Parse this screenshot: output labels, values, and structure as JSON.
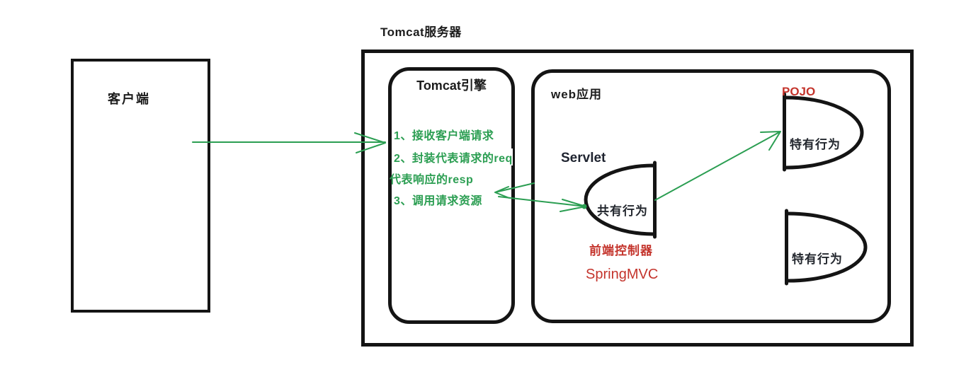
{
  "diagram": {
    "title": "Tomcat服务器",
    "client": {
      "label": "客户端"
    },
    "engine": {
      "label": "Tomcat引擎",
      "steps": [
        "1、接收客户端请求",
        "2、封装代表请求的req",
        "代表响应的resp",
        "3、调用请求资源"
      ]
    },
    "webapp": {
      "label": "web应用",
      "servlet": {
        "label": "Servlet",
        "shape_text": "共有行为",
        "controller_label": "前端控制器",
        "framework_label": "SpringMVC"
      },
      "pojo": {
        "label": "POJO",
        "shape_text": "特有行为"
      },
      "pojo_bottom": {
        "shape_text": "特有行为"
      }
    },
    "colors": {
      "arrow_green": "#2b9e52",
      "step_text_green": "#2b9e52",
      "red_label": "#c4342c",
      "shape_black": "#141414"
    }
  }
}
